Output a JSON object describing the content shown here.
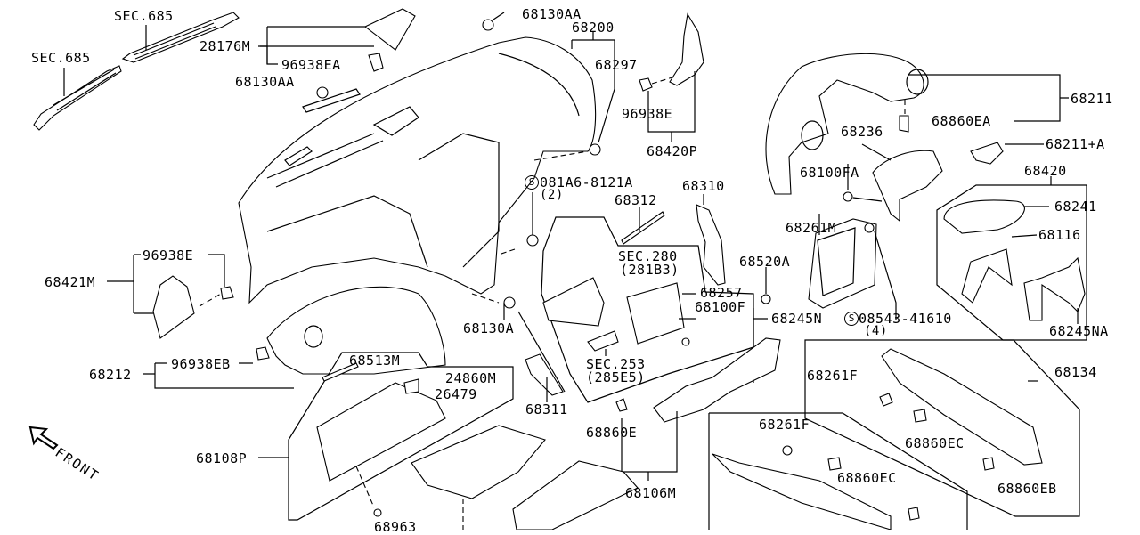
{
  "diagram": {
    "title": "Instrument Panel Parts Diagram",
    "orientation_label": "FRONT",
    "callouts": [
      {
        "id": "sec685_a",
        "text": "SEC.685"
      },
      {
        "id": "sec685_b",
        "text": "SEC.685"
      },
      {
        "id": "p28176M",
        "text": "28176M"
      },
      {
        "id": "p96938EA",
        "text": "96938EA"
      },
      {
        "id": "p68130AA_top",
        "text": "68130AA"
      },
      {
        "id": "p68130AA_left",
        "text": "68130AA"
      },
      {
        "id": "p68200",
        "text": "68200"
      },
      {
        "id": "p68297",
        "text": "68297"
      },
      {
        "id": "p96938E_top",
        "text": "96938E"
      },
      {
        "id": "p68420P",
        "text": "68420P"
      },
      {
        "id": "p68211",
        "text": "68211"
      },
      {
        "id": "p68860EA",
        "text": "68860EA"
      },
      {
        "id": "p68211A",
        "text": "68211+A"
      },
      {
        "id": "p68236",
        "text": "68236"
      },
      {
        "id": "p68100FA",
        "text": "68100FA"
      },
      {
        "id": "p68420",
        "text": "68420"
      },
      {
        "id": "p68241",
        "text": "68241"
      },
      {
        "id": "p68116",
        "text": "68116"
      },
      {
        "id": "p68245NA",
        "text": "68245NA"
      },
      {
        "id": "s08543",
        "text": "08543-41610"
      },
      {
        "id": "s08543_qty",
        "text": "(4)"
      },
      {
        "id": "s081A6",
        "text": "081A6-8121A"
      },
      {
        "id": "s081A6_qty",
        "text": "(2)"
      },
      {
        "id": "p68312",
        "text": "68312"
      },
      {
        "id": "p68310",
        "text": "68310"
      },
      {
        "id": "sec280",
        "text": "SEC.280"
      },
      {
        "id": "sec280_sub",
        "text": "(281B3)"
      },
      {
        "id": "p68257",
        "text": "68257"
      },
      {
        "id": "p68100F",
        "text": "68100F"
      },
      {
        "id": "p68245N",
        "text": "68245N"
      },
      {
        "id": "p68261M",
        "text": "68261M"
      },
      {
        "id": "p68520A",
        "text": "68520A"
      },
      {
        "id": "sec253",
        "text": "SEC.253"
      },
      {
        "id": "sec253_sub",
        "text": "(285E5)"
      },
      {
        "id": "p68130A",
        "text": "68130A"
      },
      {
        "id": "p96938E_left",
        "text": "96938E"
      },
      {
        "id": "p68421M",
        "text": "68421M"
      },
      {
        "id": "p96938EB",
        "text": "96938EB"
      },
      {
        "id": "p68212",
        "text": "68212"
      },
      {
        "id": "p68513M",
        "text": "68513M"
      },
      {
        "id": "p24860M",
        "text": "24860M"
      },
      {
        "id": "p26479",
        "text": "26479"
      },
      {
        "id": "p68311",
        "text": "68311"
      },
      {
        "id": "p68108P",
        "text": "68108P"
      },
      {
        "id": "p68963",
        "text": "68963"
      },
      {
        "id": "p68860E",
        "text": "68860E"
      },
      {
        "id": "p68106M",
        "text": "68106M"
      },
      {
        "id": "p68134",
        "text": "68134"
      },
      {
        "id": "p68261F_right",
        "text": "68261F"
      },
      {
        "id": "p68860EC_right",
        "text": "68860EC"
      },
      {
        "id": "p68860EB",
        "text": "68860EB"
      },
      {
        "id": "p68261F_low",
        "text": "68261F"
      },
      {
        "id": "p68860EC_low",
        "text": "68860EC"
      }
    ],
    "symbols": {
      "screw_standard_marker": "S"
    }
  }
}
